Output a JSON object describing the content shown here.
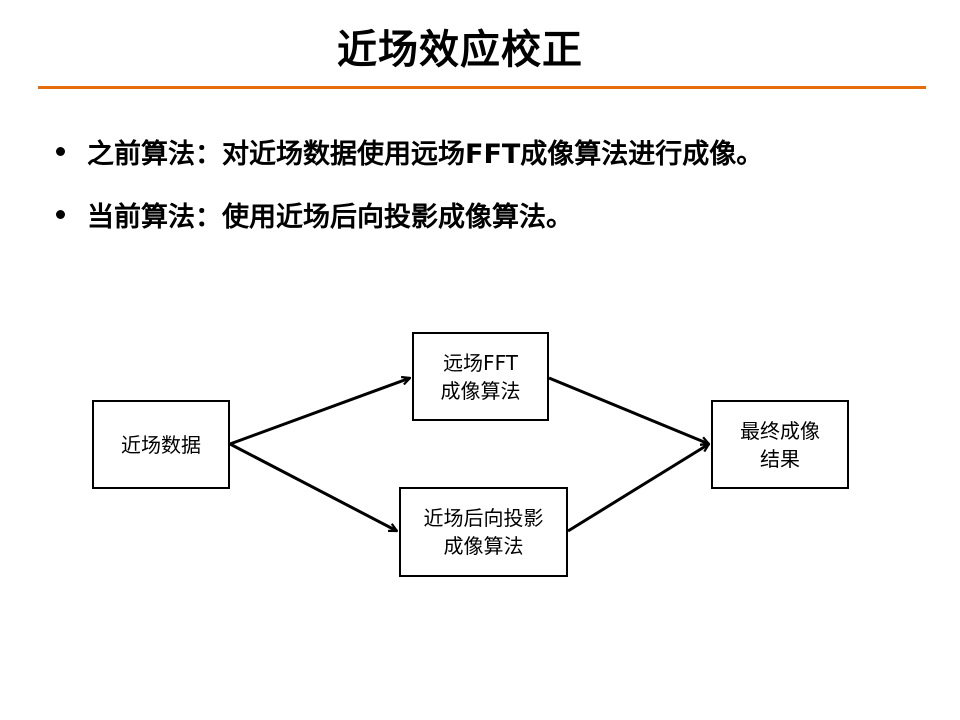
{
  "slide": {
    "title": "近场效应校正",
    "accent_color": "#E46C0A"
  },
  "bullets": [
    {
      "text": "之前算法：对近场数据使用远场FFT成像算法进行成像。"
    },
    {
      "text": "当前算法：使用近场后向投影成像算法。"
    }
  ],
  "flowchart": {
    "nodes": {
      "source": {
        "lines": [
          "近场数据"
        ]
      },
      "fft": {
        "lines": [
          "远场FFT",
          "成像算法"
        ]
      },
      "backprojection": {
        "lines": [
          "近场后向投影",
          "成像算法"
        ]
      },
      "result": {
        "lines": [
          "最终成像",
          "结果"
        ]
      }
    },
    "edges": [
      {
        "from": "source",
        "to": "fft"
      },
      {
        "from": "source",
        "to": "backprojection"
      },
      {
        "from": "fft",
        "to": "result"
      },
      {
        "from": "backprojection",
        "to": "result"
      }
    ]
  }
}
